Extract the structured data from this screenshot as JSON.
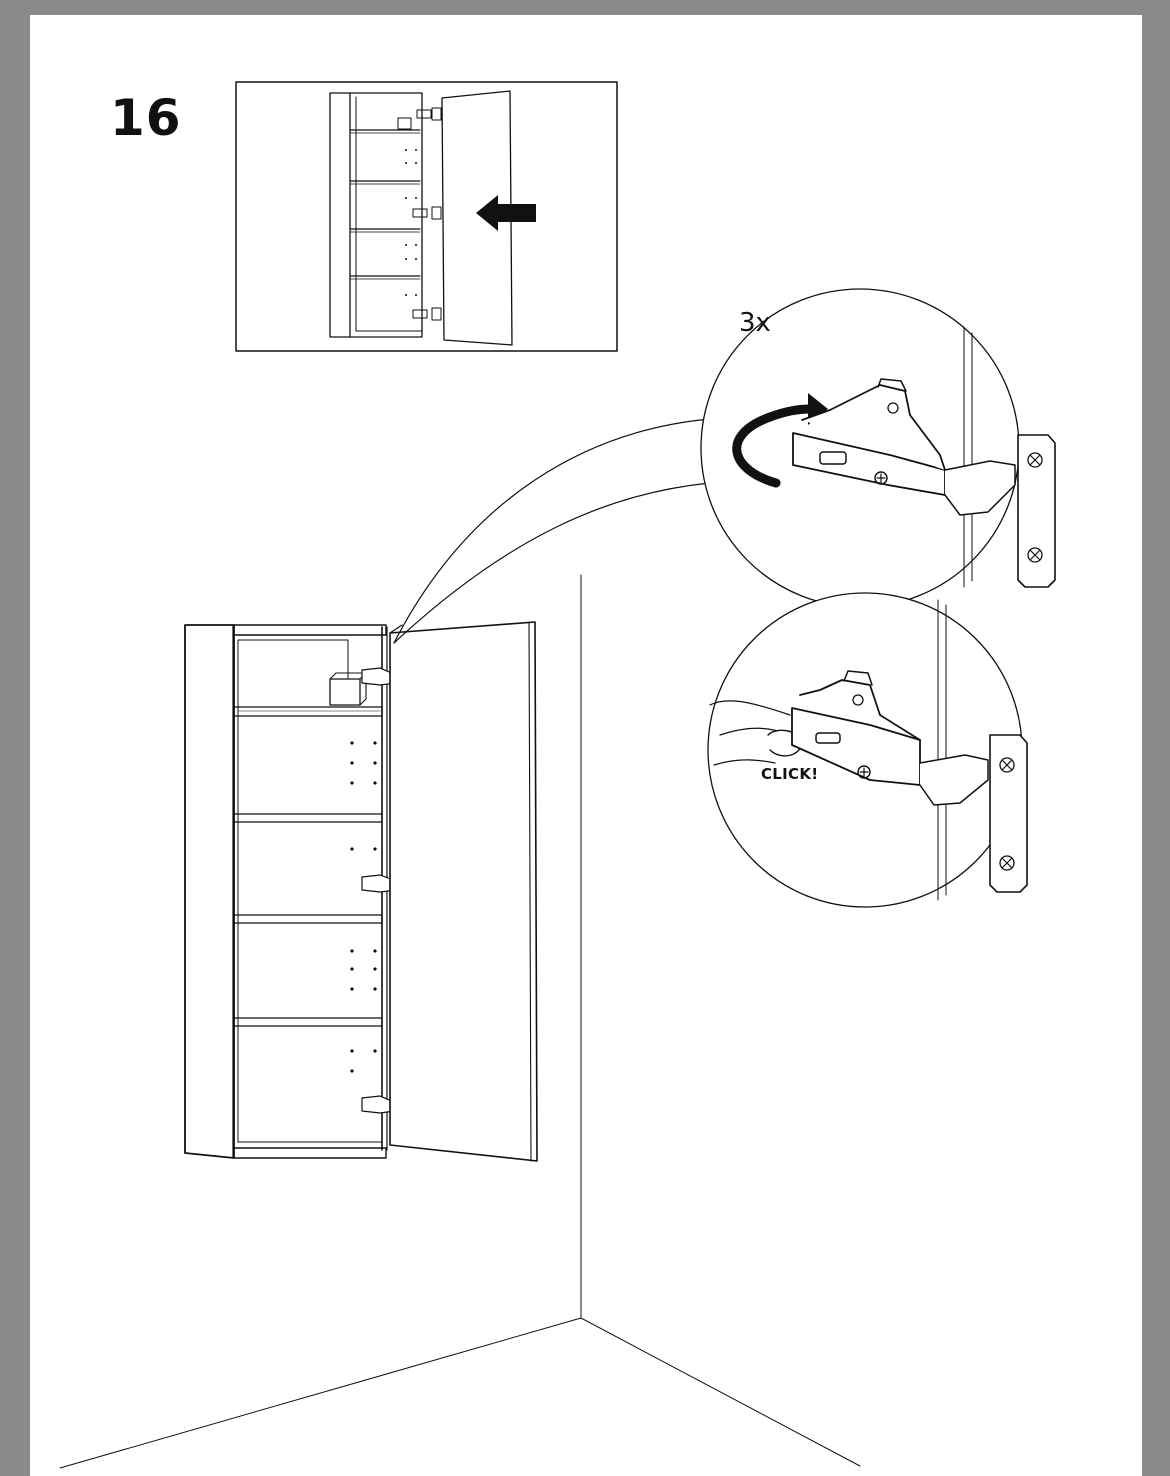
{
  "instruction_step": {
    "number": "16",
    "quantity_label": "3x",
    "click_label": "CLICK!"
  },
  "colors": {
    "viewer_background": "#8a8a8a",
    "page_background": "#ffffff",
    "ink": "#111111"
  }
}
